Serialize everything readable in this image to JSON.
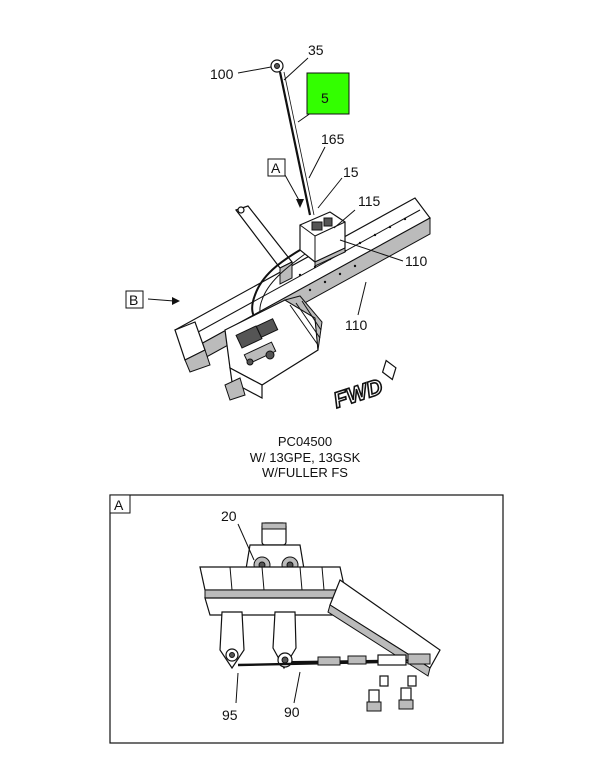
{
  "callouts_main": {
    "c100": "100",
    "c35": "35",
    "c5": "5",
    "c165": "165",
    "c15": "15",
    "c115": "115",
    "c110a": "110",
    "c110b": "110",
    "view_a": "A",
    "view_b": "B"
  },
  "fwd_label": "FWD",
  "caption": {
    "line1": "PC04500",
    "line2": "W/ 13GPE, 13GSK",
    "line3": "W/FULLER FS"
  },
  "detail_a": {
    "tag": "A",
    "c20": "20",
    "c95": "95",
    "c90": "90"
  },
  "colors": {
    "highlight": "#33ff00",
    "line": "#111111",
    "background": "#ffffff"
  }
}
